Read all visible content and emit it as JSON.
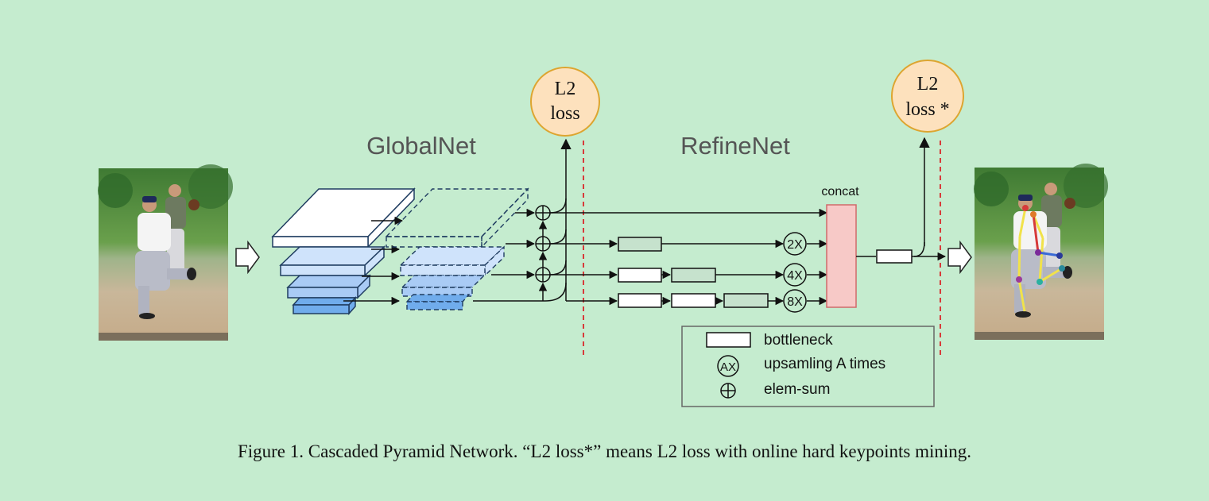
{
  "labels": {
    "globalnet": "GlobalNet",
    "refinenet": "RefineNet",
    "concat": "concat",
    "loss1_line1": "L2",
    "loss1_line2": "loss",
    "loss2_line1": "L2",
    "loss2_line2": "loss *",
    "up2": "2X",
    "up4": "4X",
    "up8": "8X"
  },
  "legend": {
    "bottleneck": "bottleneck",
    "upsample_symbol": "AX",
    "upsample": "upsamling A times",
    "elemsum": "elem-sum"
  },
  "caption": "Figure 1. Cascaded Pyramid Network. “L2 loss*” means L2 loss with online hard keypoints mining.",
  "colors": {
    "background": "#c5eccf",
    "loss_fill": "#fde1bd",
    "loss_stroke": "#dda530",
    "concat_fill": "#f7c9c7",
    "concat_stroke": "#d06a6a",
    "dashed_line": "#d83a3a",
    "pyramid_light": "#cfe3fb",
    "pyramid_mid": "#a9cbf5",
    "pyramid_dark": "#70acec",
    "bottleneck_filled": "#c6e2cd",
    "legend_border": "#666666"
  },
  "images": {
    "input": "baseball-players-photo",
    "output": "baseball-players-with-keypoints-photo"
  }
}
